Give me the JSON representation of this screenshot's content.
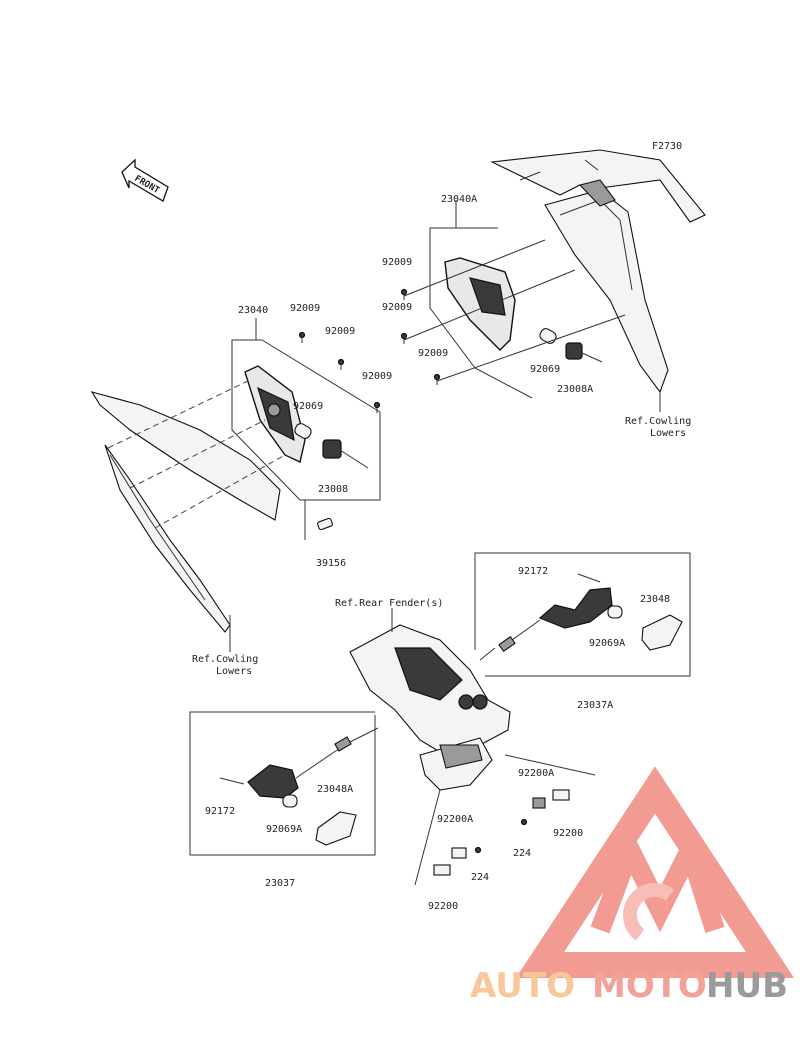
{
  "diagram": {
    "figure_code": "F2730",
    "front_label": "FRONT",
    "labels": {
      "l_23040A": "23040A",
      "l_92009_a": "92009",
      "l_92009_b": "92009",
      "l_92009_c": "92009",
      "l_92069_r": "92069",
      "l_23008A": "23008A",
      "l_ref_cowl_right_1": "Ref.Cowling",
      "l_ref_cowl_right_2": "Lowers",
      "l_23040": "23040",
      "l_92009_d": "92009",
      "l_92009_e": "92009",
      "l_92009_f": "92009",
      "l_92069_l": "92069",
      "l_23008": "23008",
      "l_39156": "39156",
      "l_ref_cowl_left_1": "Ref.Cowling",
      "l_ref_cowl_left_2": "Lowers",
      "l_ref_rear_fender": "Ref.Rear Fender(s)",
      "l_92172_r": "92172",
      "l_23048": "23048",
      "l_92069A_r": "92069A",
      "l_23037A": "23037A",
      "l_92172_l": "92172",
      "l_23048A": "23048A",
      "l_92069A_l": "92069A",
      "l_23037": "23037",
      "l_92200A_r": "92200A",
      "l_224_r": "224",
      "l_92200_r": "92200",
      "l_92200A_l": "92200A",
      "l_224_l": "224",
      "l_92200_l": "92200"
    }
  },
  "watermark": {
    "brand_auto": "AUTO",
    "brand_moto": "MOTO",
    "brand_hub": "HUB",
    "color_auto": "#f7c89a",
    "color_moto": "#f3a29a",
    "color_hub": "#9a9a9a",
    "color_logo": "#f08a80"
  }
}
